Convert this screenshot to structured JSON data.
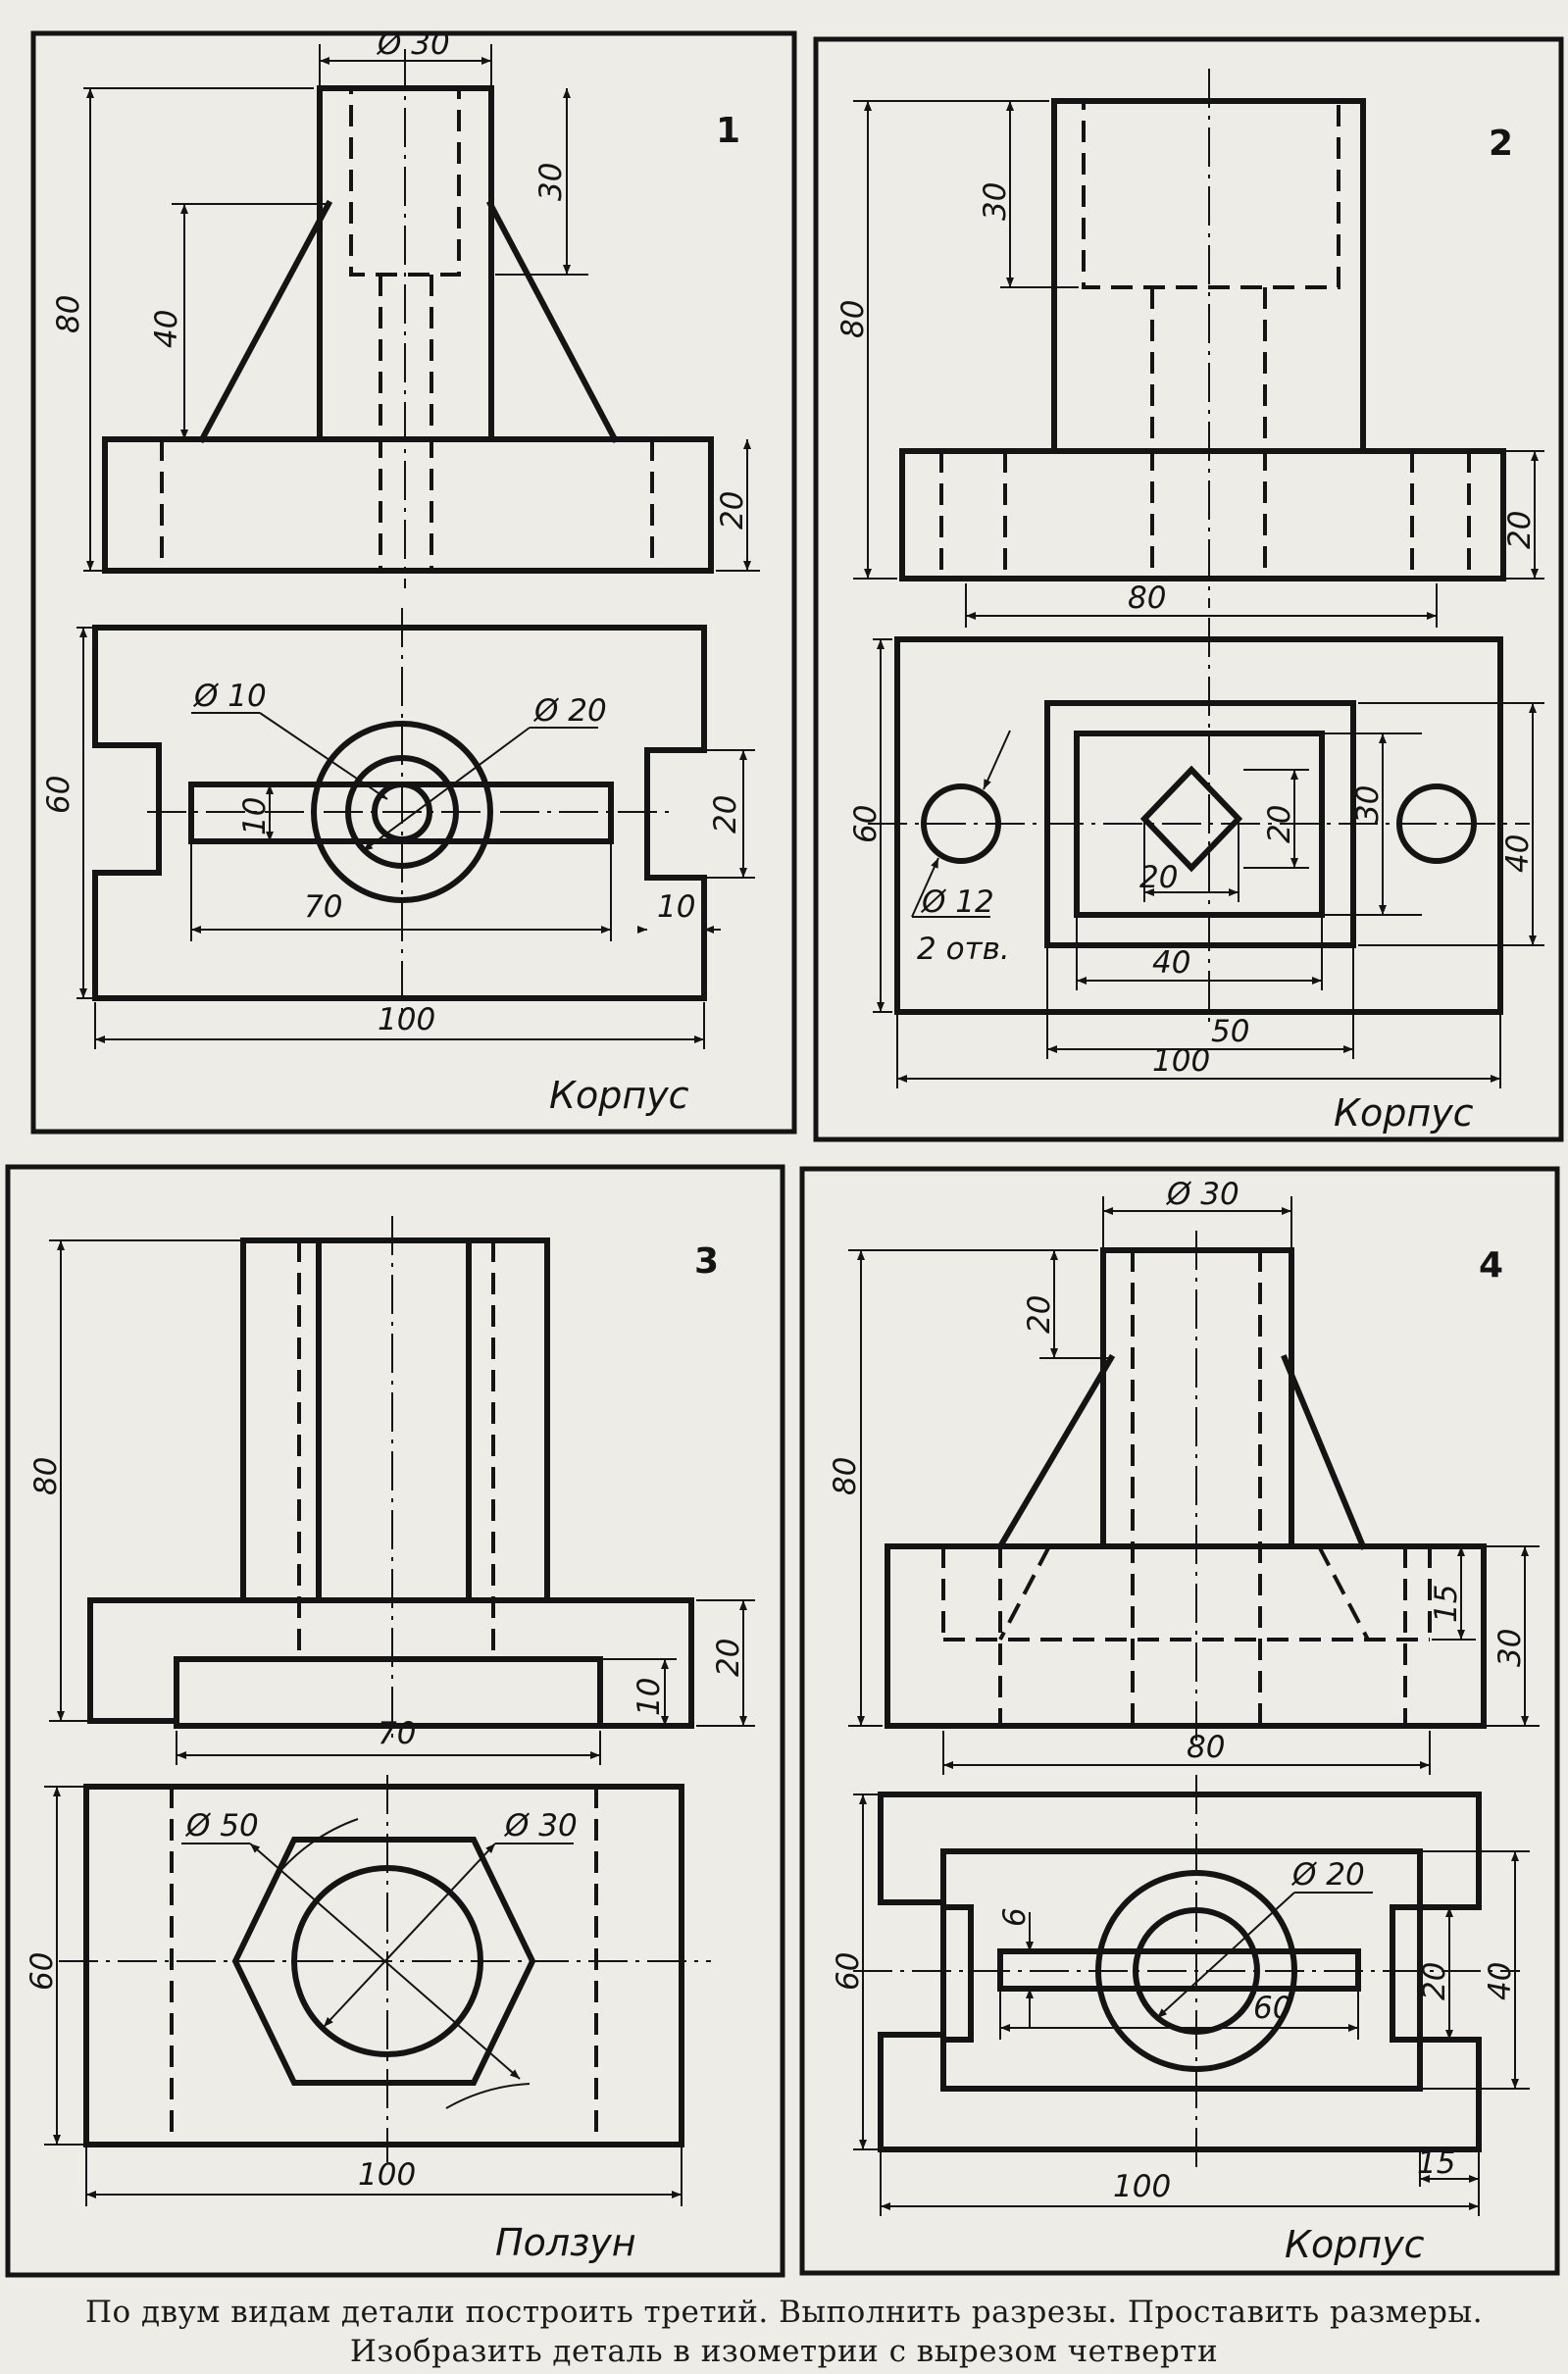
{
  "panels": [
    {
      "number": "1",
      "name": "Корпус",
      "dims": {
        "d30": "Ø 30",
        "h80": "80",
        "h30": "30",
        "h40": "40",
        "h20": "20",
        "d10": "Ø 10",
        "d20": "Ø 20",
        "w60": "60",
        "w10": "10",
        "w20": "20",
        "w70": "70",
        "w10b": "10",
        "w100": "100"
      }
    },
    {
      "number": "2",
      "name": "Корпус",
      "dims": {
        "h30": "30",
        "h80": "80",
        "h20": "20",
        "w80": "80",
        "w60": "60",
        "d12": "Ø 12",
        "holes": "2 отв.",
        "s20": "20",
        "s20b": "20",
        "h30b": "30",
        "h40": "40",
        "w40": "40",
        "w50": "50",
        "w100": "100"
      }
    },
    {
      "number": "3",
      "name": "Ползун",
      "dims": {
        "h80": "80",
        "h20": "20",
        "h10": "10",
        "w70": "70",
        "w60": "60",
        "d50": "Ø 50",
        "d30": "Ø 30",
        "w100": "100"
      }
    },
    {
      "number": "4",
      "name": "Корпус",
      "dims": {
        "d30": "Ø 30",
        "h20": "20",
        "h80": "80",
        "h15": "15",
        "h30": "30",
        "w80": "80",
        "w60": "60",
        "s6": "6",
        "d20": "Ø 20",
        "h20b": "20",
        "h40": "40",
        "w60b": "60",
        "w100": "100",
        "w15": "15"
      }
    }
  ],
  "caption": {
    "line1": "По двум видам детали построить третий. Выполнить разрезы. Проставить размеры.",
    "line2": "Изобразить деталь в изометрии с вырезом четверти"
  }
}
